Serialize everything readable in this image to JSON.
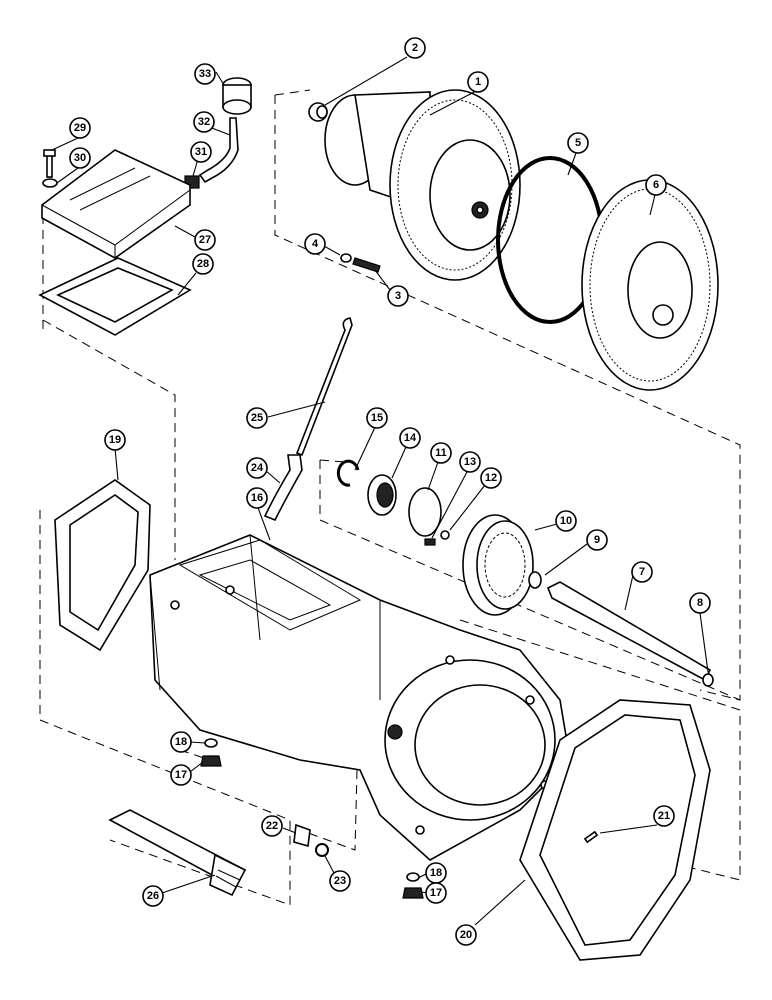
{
  "diagram": {
    "callouts": [
      {
        "label": "1",
        "part": "converter-assembly"
      },
      {
        "label": "2",
        "part": "bushing"
      },
      {
        "label": "3",
        "part": "bolt"
      },
      {
        "label": "4",
        "part": "washer"
      },
      {
        "label": "5",
        "part": "o-ring"
      },
      {
        "label": "6",
        "part": "flywheel"
      },
      {
        "label": "7",
        "part": "shaft"
      },
      {
        "label": "8",
        "part": "snap-ring"
      },
      {
        "label": "9",
        "part": "washer"
      },
      {
        "label": "10",
        "part": "gear"
      },
      {
        "label": "11",
        "part": "plate"
      },
      {
        "label": "12",
        "part": "washer"
      },
      {
        "label": "13",
        "part": "bolt"
      },
      {
        "label": "14",
        "part": "seal"
      },
      {
        "label": "15",
        "part": "snap-ring"
      },
      {
        "label": "16",
        "part": "housing"
      },
      {
        "label": "17",
        "part": "plug"
      },
      {
        "label": "18",
        "part": "o-ring"
      },
      {
        "label": "19",
        "part": "gasket"
      },
      {
        "label": "20",
        "part": "gasket"
      },
      {
        "label": "21",
        "part": "dowel-pin"
      },
      {
        "label": "22",
        "part": "plug"
      },
      {
        "label": "23",
        "part": "o-ring"
      },
      {
        "label": "24",
        "part": "tube"
      },
      {
        "label": "25",
        "part": "dipstick"
      },
      {
        "label": "26",
        "part": "shaft"
      },
      {
        "label": "27",
        "part": "cover"
      },
      {
        "label": "28",
        "part": "gasket"
      },
      {
        "label": "29",
        "part": "bolt"
      },
      {
        "label": "30",
        "part": "washer"
      },
      {
        "label": "31",
        "part": "fitting"
      },
      {
        "label": "32",
        "part": "breather-tube"
      },
      {
        "label": "33",
        "part": "breather-cap"
      }
    ]
  }
}
